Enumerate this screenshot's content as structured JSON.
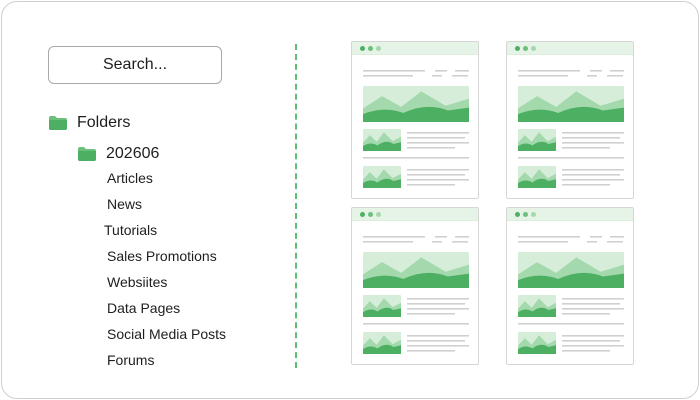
{
  "search": {
    "label": "Search..."
  },
  "folders": {
    "root": {
      "label": "Folders",
      "icon": "folder-icon"
    },
    "sub": {
      "label": "202606",
      "icon": "folder-icon"
    },
    "items": [
      "Articles",
      "News",
      "Tutorials",
      "Sales Promotions",
      "Websiites",
      "Data Pages",
      "Social Media Posts",
      "Forums"
    ]
  },
  "colors": {
    "accent": "#4caf62",
    "accent_light": "#a3d9ac",
    "accent_bg": "#e6f4e7",
    "divider": "#5cbf73",
    "text": "#1e1e1e",
    "line": "#d0d0d0"
  },
  "thumbnails": {
    "count": 4,
    "icon": "webpage-thumbnail-icon"
  }
}
